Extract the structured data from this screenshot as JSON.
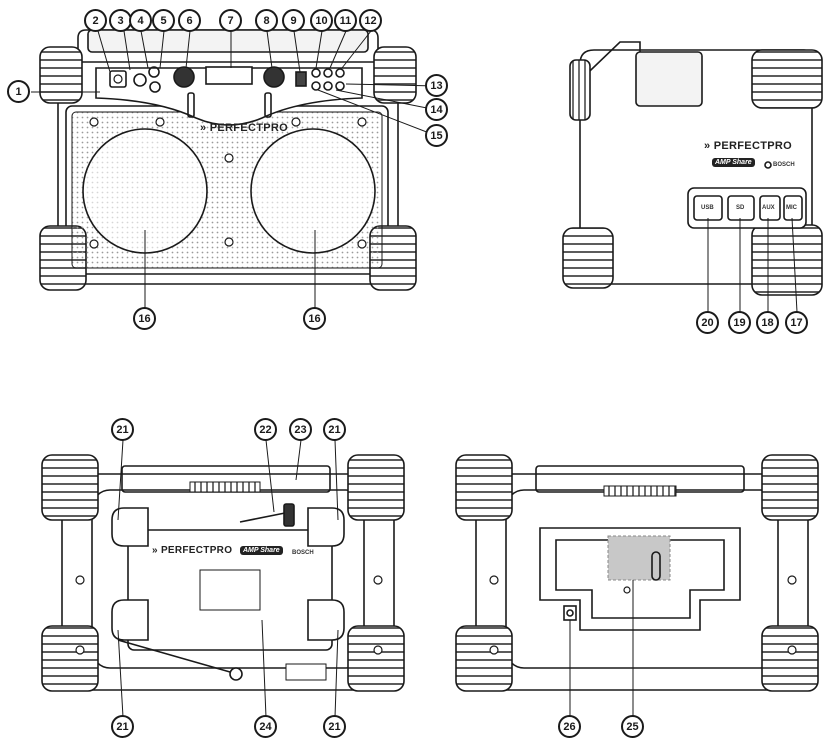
{
  "brand": "» PERFECTPRO",
  "amp_share": "AMP Share",
  "bosch": "BOSCH",
  "ports": {
    "usb": "USB",
    "sd": "SD",
    "aux": "AUX",
    "mic": "MIC"
  },
  "callouts": {
    "c1": "1",
    "c2": "2",
    "c3": "3",
    "c4": "4",
    "c5": "5",
    "c6": "6",
    "c7": "7",
    "c8": "8",
    "c9": "9",
    "c10": "10",
    "c11": "11",
    "c12": "12",
    "c13": "13",
    "c14": "14",
    "c15": "15",
    "c16a": "16",
    "c16b": "16",
    "c17": "17",
    "c18": "18",
    "c19": "19",
    "c20": "20",
    "c21a": "21",
    "c21b": "21",
    "c21c": "21",
    "c21d": "21",
    "c22": "22",
    "c23": "23",
    "c24": "24",
    "c25": "25",
    "c26": "26"
  }
}
